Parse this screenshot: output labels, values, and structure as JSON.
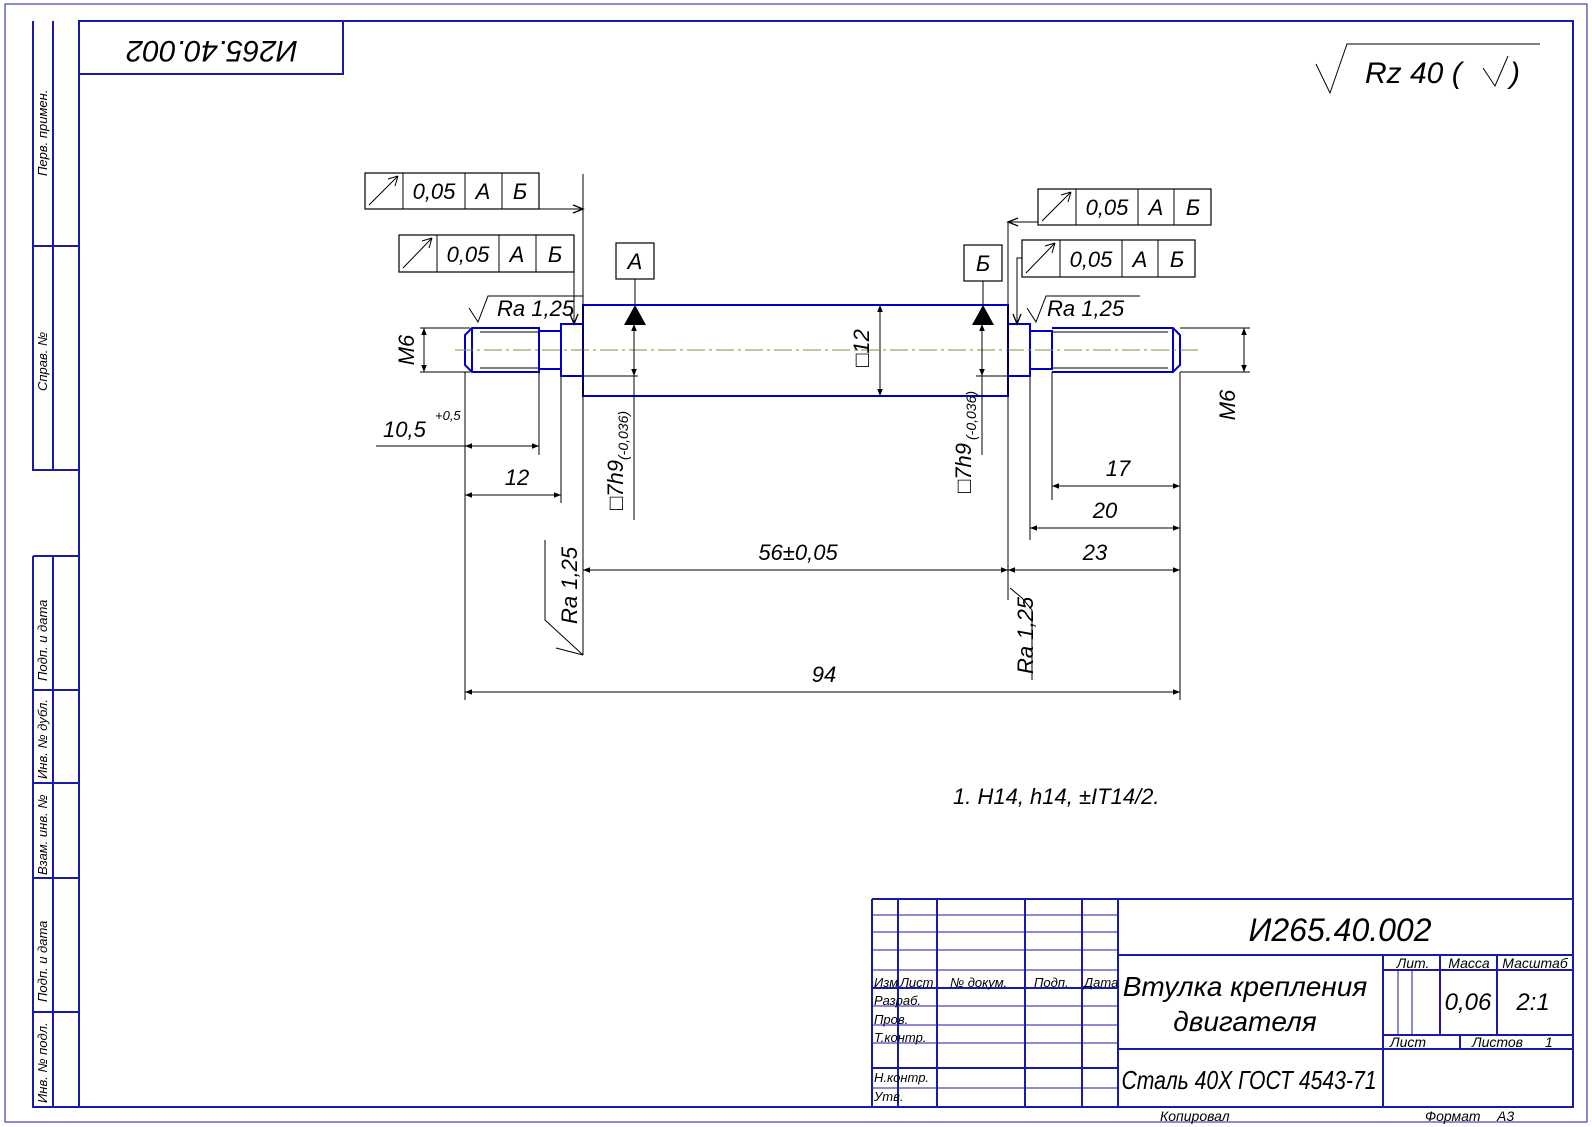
{
  "drawing": {
    "designation": "И265.40.002",
    "designation_rotated": "И265.40.002",
    "part_name_line1": "Втулка крепления",
    "part_name_line2": "двигателя",
    "material": "Сталь 40Х ГОСТ 4543-71",
    "general_roughness": "Rz 40 (",
    "general_roughness_close": ")",
    "technical_requirement": "1.  H14, h14, ±IT14/2."
  },
  "datums": {
    "a": "А",
    "b": "Б"
  },
  "tolerance_frames": [
    {
      "value": "0,05",
      "datum1": "А",
      "datum2": "Б"
    },
    {
      "value": "0,05",
      "datum1": "А",
      "datum2": "Б"
    },
    {
      "value": "0,05",
      "datum1": "А",
      "datum2": "Б"
    },
    {
      "value": "0,05",
      "datum1": "А",
      "datum2": "Б"
    }
  ],
  "dimensions": {
    "thread_left": "M6",
    "thread_right": "M6",
    "thread_length_left": "10,5",
    "thread_length_left_tol": "+0,5",
    "left_end": "12",
    "square": "□12",
    "square_left": "□7h9",
    "square_left_tol": "(-0,036)",
    "square_right": "□7h9",
    "square_right_tol": "(-0,036)",
    "center_span": "56±0,05",
    "right_17": "17",
    "right_20": "20",
    "right_23": "23",
    "overall": "94"
  },
  "roughness": {
    "left_top": "Ra 1,25",
    "right_top": "Ra 1,25",
    "left_vertical": "Ra 1,25",
    "right_vertical": "Ra 1,25"
  },
  "side_stamp": {
    "perv_primen": "Перв. примен.",
    "sprav_no": "Справ. №",
    "podp_data_top": "Подп. и дата",
    "inv_no_dubl": "Инв. № дубл.",
    "vzam_inv_no": "Взам. инв. №",
    "podp_data_bottom": "Подп. и дата",
    "inv_no_podl": "Инв. № подл."
  },
  "title_block": {
    "izm": "Изм",
    "list": "Лист",
    "no_dokum": "№ докум.",
    "podp": "Подп.",
    "data": "Дата",
    "razrab": "Разраб.",
    "prov": "Пров.",
    "t_kontr": "Т.контр.",
    "n_kontr": "Н.контр.",
    "utv": "Утв.",
    "lit": "Лит.",
    "massa": "Масса",
    "masshtab": "Масштаб",
    "massa_value": "0,06",
    "masshtab_value": "2:1",
    "list_label": "Лист",
    "listov_label": "Листов",
    "listov_value": "1",
    "kopiroval": "Копировал",
    "format": "Формат",
    "format_value": "А3"
  }
}
